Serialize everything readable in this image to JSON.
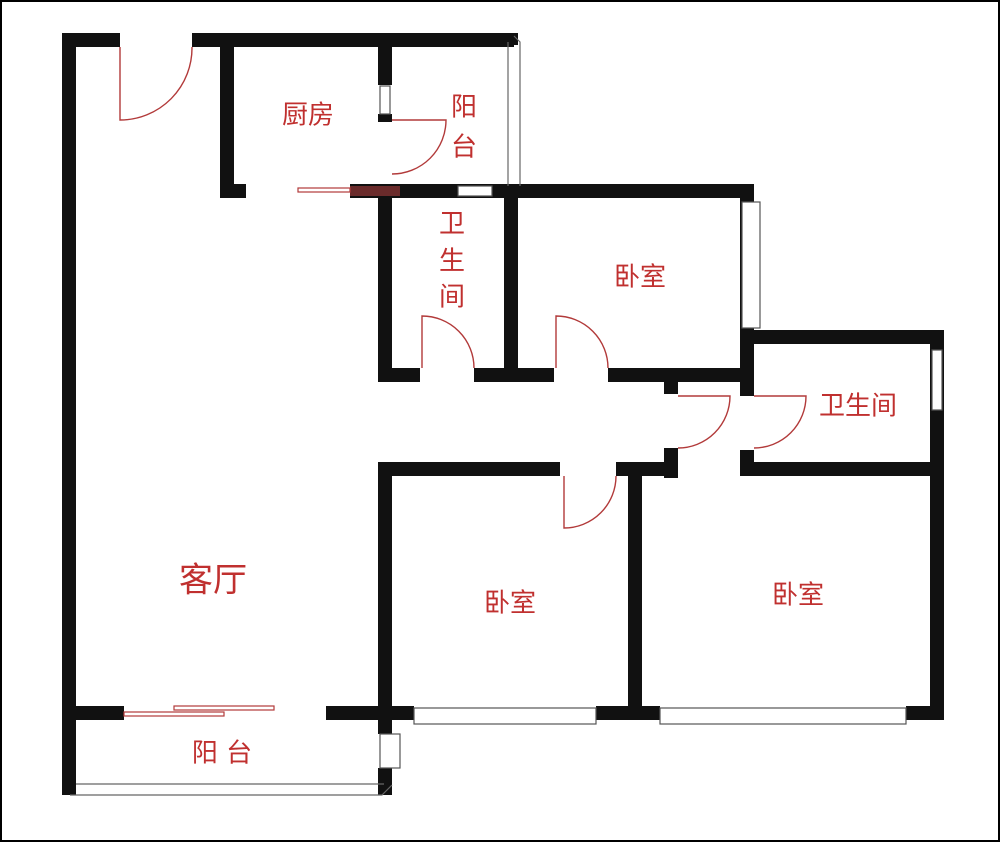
{
  "rooms": {
    "kitchen": "厨房",
    "balcony_top_line1": "阳",
    "balcony_top_line2": "台",
    "bath_left_line1": "卫",
    "bath_left_line2": "生",
    "bath_left_line3": "间",
    "bedroom_top": "卧室",
    "bath_right": "卫生间",
    "living_room": "客厅",
    "bedroom_mid": "卧室",
    "bedroom_right": "卧室",
    "balcony_bottom": "阳 台"
  },
  "colors": {
    "wall": "#111111",
    "label": "#c0302f",
    "door_arc": "#b23a3a",
    "window": "#555555"
  }
}
